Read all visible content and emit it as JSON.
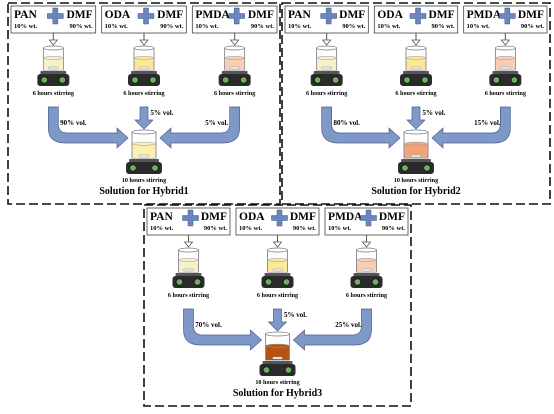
{
  "colors": {
    "arrow": "#7e98c8",
    "arrow_edge": "#4a5f8c",
    "plus": "#6a86bd",
    "pan_liquid": "#f6f1c8",
    "oda_liquid": "#fbe89a",
    "pmda_liquid": "#f7cdb6",
    "hybrid1_liquid": "#fbf0b0",
    "hybrid2_liquid": "#f0a47a",
    "hybrid3_liquid": "#b85114"
  },
  "panels": [
    {
      "title": "Solution for Hybrid1",
      "result_stir": "10 hours stirring",
      "top_arrow_pct": "5% vol.",
      "components": [
        {
          "solute": "PAN",
          "solvent": "DMF",
          "solute_wt": "10% wt.",
          "solvent_wt": "90% wt.",
          "stir": "6 hours stirring",
          "pct": "90% vol."
        },
        {
          "solute": "ODA",
          "solvent": "DMF",
          "solute_wt": "10% wt.",
          "solvent_wt": "90% wt.",
          "stir": "6 hours stirring",
          "pct": ""
        },
        {
          "solute": "PMDA",
          "solvent": "DMF",
          "solute_wt": "10% wt.",
          "solvent_wt": "90% wt.",
          "stir": "6 hours stirring",
          "pct": "5% vol."
        }
      ]
    },
    {
      "title": "Solution for Hybrid2",
      "result_stir": "10 hours stirring",
      "top_arrow_pct": "5% vol.",
      "components": [
        {
          "solute": "PAN",
          "solvent": "DMF",
          "solute_wt": "10% wt.",
          "solvent_wt": "90% wt.",
          "stir": "6 hours stirring",
          "pct": "80% vol."
        },
        {
          "solute": "ODA",
          "solvent": "DMF",
          "solute_wt": "10% wt.",
          "solvent_wt": "90% wt.",
          "stir": "6 hours stirring",
          "pct": ""
        },
        {
          "solute": "PMDA",
          "solvent": "DMF",
          "solute_wt": "10% wt.",
          "solvent_wt": "90% wt.",
          "stir": "6 hours stirring",
          "pct": "15% vol."
        }
      ]
    },
    {
      "title": "Solution for Hybrid3",
      "result_stir": "10 hours stirring",
      "top_arrow_pct": "5% vol.",
      "components": [
        {
          "solute": "PAN",
          "solvent": "DMF",
          "solute_wt": "10% wt.",
          "solvent_wt": "90% wt.",
          "stir": "6 hours stirring",
          "pct": "70% vol."
        },
        {
          "solute": "ODA",
          "solvent": "DMF",
          "solute_wt": "10% wt.",
          "solvent_wt": "90% wt.",
          "stir": "6 hours stirring",
          "pct": ""
        },
        {
          "solute": "PMDA",
          "solvent": "DMF",
          "solute_wt": "10% wt.",
          "solvent_wt": "90% wt.",
          "stir": "6 hours stirring",
          "pct": "25% vol."
        }
      ]
    }
  ]
}
